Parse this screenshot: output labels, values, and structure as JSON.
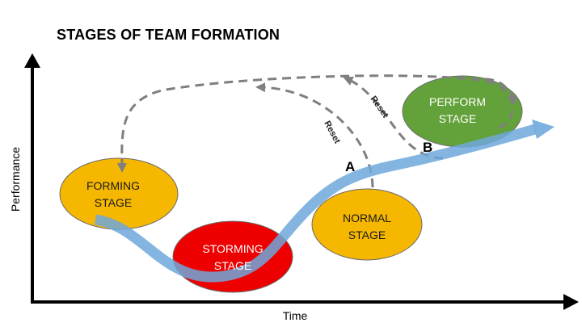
{
  "title": "STAGES OF TEAM FORMATION",
  "axes": {
    "y_label": "Performance",
    "x_label": "Time"
  },
  "stages": [
    {
      "line1": "FORMING",
      "line2": "STAGE",
      "fill": "#f5b700",
      "text_color": "#1a1a1a"
    },
    {
      "line1": "STORMING",
      "line2": "STAGE",
      "fill": "#ee0000",
      "text_color": "#ffffff"
    },
    {
      "line1": "NORMAL",
      "line2": "STAGE",
      "fill": "#f5b700",
      "text_color": "#1a1a1a"
    },
    {
      "line1": "PERFORM",
      "line2": "STAGE",
      "fill": "#63a23a",
      "text_color": "#ffffff"
    }
  ],
  "markers": {
    "a": "A",
    "b": "B"
  },
  "reset_labels": {
    "from_a": "Reset",
    "from_b": "Reset"
  },
  "colors": {
    "curve": "#6fa8dc",
    "dashed": "#7f7f7f",
    "axis": "#000000"
  }
}
